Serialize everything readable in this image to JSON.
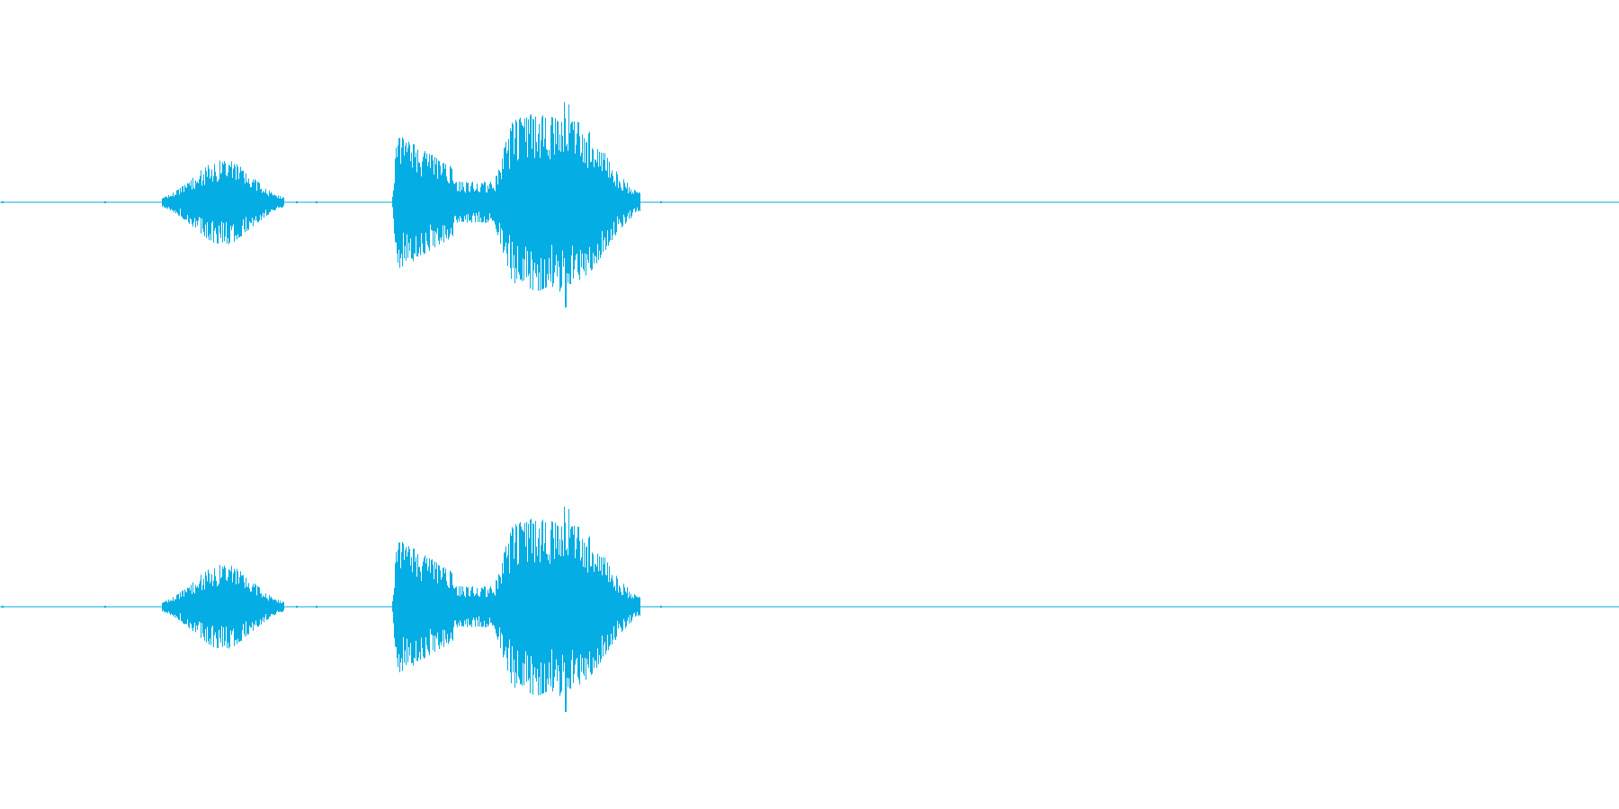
{
  "waveform": {
    "color": "#04ade4",
    "background": "#ffffff",
    "channels": [
      {
        "id": "channel-1"
      },
      {
        "id": "channel-2"
      }
    ],
    "segments": [
      {
        "name": "burst-1",
        "start_fraction": 0.1,
        "end_fraction": 0.175,
        "peak_amplitude": 0.25
      },
      {
        "name": "burst-2-onset",
        "start_fraction": 0.242,
        "end_fraction": 0.28,
        "peak_amplitude": 0.42
      },
      {
        "name": "burst-2-dip",
        "start_fraction": 0.28,
        "end_fraction": 0.305,
        "peak_amplitude": 0.13
      },
      {
        "name": "burst-2-main",
        "start_fraction": 0.305,
        "end_fraction": 0.39,
        "peak_amplitude": 0.62
      }
    ],
    "total_duration_fraction_of_view": 1.0
  }
}
